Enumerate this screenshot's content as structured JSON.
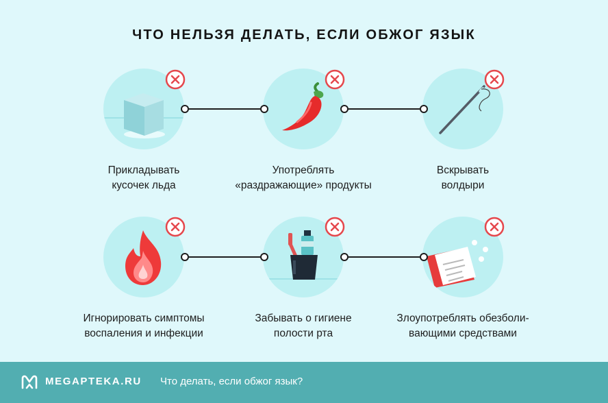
{
  "title": "ЧТО НЕЛЬЗЯ ДЕЛАТЬ, ЕСЛИ ОБЖОГ ЯЗЫК",
  "items": [
    {
      "icon": "ice-cube-icon",
      "lines": [
        "Прикладывать",
        "кусочек льда"
      ]
    },
    {
      "icon": "chili-pepper-icon",
      "lines": [
        "Употреблять",
        "«раздражающие» продукты"
      ]
    },
    {
      "icon": "needle-icon",
      "lines": [
        "Вскрывать",
        "волдыри"
      ]
    },
    {
      "icon": "fire-icon",
      "lines": [
        "Игнорировать симптомы",
        "воспаления и инфекции"
      ]
    },
    {
      "icon": "toothbrush-cup-icon",
      "lines": [
        "Забывать о гигиене",
        "полости рта"
      ]
    },
    {
      "icon": "painkillers-icon",
      "lines": [
        "Злоупотреблять обезболи-",
        "вающими средствами"
      ]
    }
  ],
  "footer": {
    "brand": "MEGAPTEKA.RU",
    "caption": "Что делать, если обжог язык?"
  },
  "colors": {
    "background": "#dff8fb",
    "circle": "#bdf0f2",
    "footer": "#52aeb1",
    "cross": "#e5484d"
  }
}
